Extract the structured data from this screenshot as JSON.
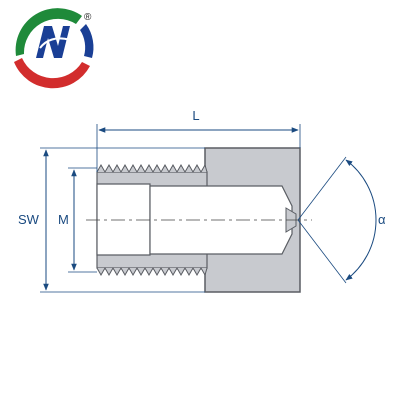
{
  "logo": {
    "name": "brand logo",
    "trademark": "®"
  },
  "dimensions": {
    "length": "L",
    "hex_size": "SW",
    "thread": "M",
    "angle": "α"
  },
  "colors": {
    "body": "#c8cacf",
    "body_edge": "#5a5d63",
    "dimension_line": "#1a4a80",
    "logo_green": "#1f8a3a",
    "logo_red": "#d22d2d",
    "logo_blue": "#1a3f95"
  }
}
